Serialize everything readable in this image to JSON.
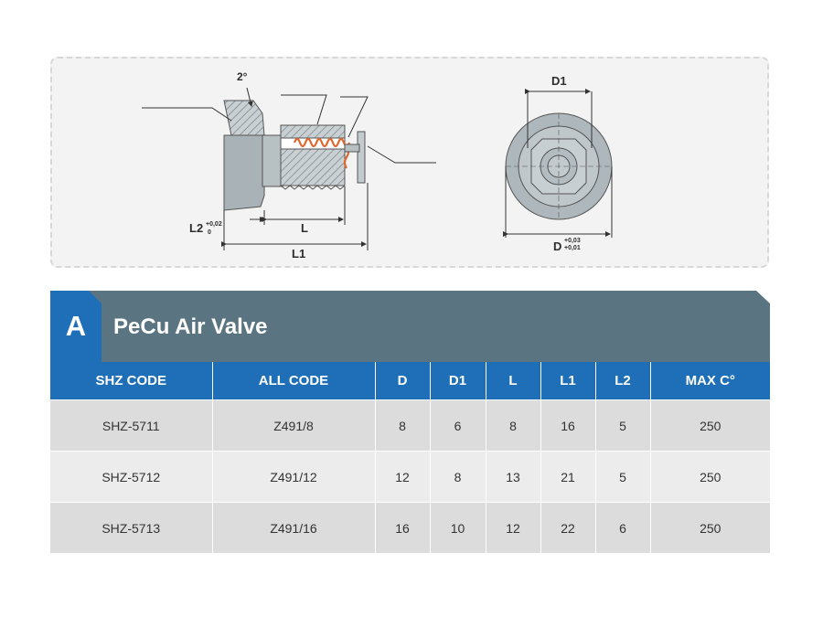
{
  "drawing": {
    "angle_label": "2°",
    "l2_label": "L2",
    "l2_tol_upper": "+0,02",
    "l2_tol_lower": "0",
    "l_label": "L",
    "l1_label": "L1",
    "d1_label": "D1",
    "d_label": "D",
    "d_tol_upper": "+0,03",
    "d_tol_lower": "+0,01"
  },
  "section": {
    "letter": "A",
    "title": "PeCu Air Valve",
    "colors": {
      "letter_bg": "#1f6fb8",
      "banner_bg": "#5a7581",
      "header_bg": "#1f6fb8"
    }
  },
  "table": {
    "headers": [
      "SHZ CODE",
      "ALL CODE",
      "D",
      "D1",
      "L",
      "L1",
      "L2",
      "MAX C°"
    ],
    "rows": [
      [
        "SHZ-5711",
        "Z491/8",
        "8",
        "6",
        "8",
        "16",
        "5",
        "250"
      ],
      [
        "SHZ-5712",
        "Z491/12",
        "12",
        "8",
        "13",
        "21",
        "5",
        "250"
      ],
      [
        "SHZ-5713",
        "Z491/16",
        "16",
        "10",
        "12",
        "22",
        "6",
        "250"
      ]
    ]
  }
}
